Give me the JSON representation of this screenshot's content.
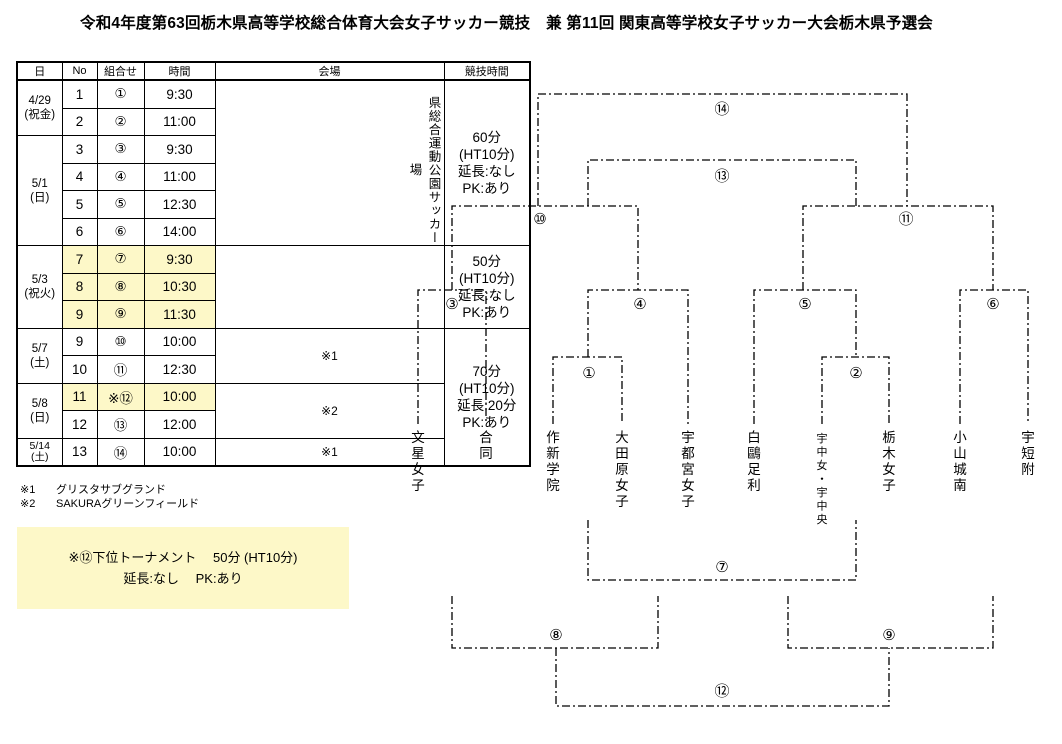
{
  "title": "令和4年度第63回栃木県高等学校総合体育大会女子サッカー競技　兼 第11回 関東高等学校女子サッカー大会栃木県予選会",
  "schedule": {
    "headers": {
      "day": "日",
      "no": "No",
      "match": "組合せ",
      "time": "時間",
      "venue": "会場",
      "duration": "競技時間"
    },
    "days": {
      "d1": "4/29\n(祝金)",
      "d2": "5/1\n(日)",
      "d3": "5/3\n(祝火)",
      "d4": "5/7\n(土)",
      "d5": "5/8\n(日)",
      "d6": "5/14\n(土)"
    },
    "rows": [
      {
        "no": "1",
        "match": "①",
        "time": "9:30"
      },
      {
        "no": "2",
        "match": "②",
        "time": "11:00"
      },
      {
        "no": "3",
        "match": "③",
        "time": "9:30"
      },
      {
        "no": "4",
        "match": "④",
        "time": "11:00"
      },
      {
        "no": "5",
        "match": "⑤",
        "time": "12:30"
      },
      {
        "no": "6",
        "match": "⑥",
        "time": "14:00"
      },
      {
        "no": "7",
        "match": "⑦",
        "time": "9:30"
      },
      {
        "no": "8",
        "match": "⑧",
        "time": "10:30"
      },
      {
        "no": "9",
        "match": "⑨",
        "time": "11:30"
      },
      {
        "no": "9",
        "match": "⑩",
        "time": "10:00"
      },
      {
        "no": "10",
        "match": "⑪",
        "time": "12:30"
      },
      {
        "no": "11",
        "match": "※⑫",
        "time": "10:00"
      },
      {
        "no": "12",
        "match": "⑬",
        "time": "12:00"
      },
      {
        "no": "13",
        "match": "⑭",
        "time": "10:00"
      }
    ],
    "venues": {
      "v1": "県総合運動公園サッカー場",
      "v2": "※1",
      "v3": "※2",
      "v4": "※1"
    },
    "durations": {
      "t1": "60分\n(HT10分)\n延長:なし\nPK:あり",
      "t2": "50分\n(HT10分)\n延長:なし\nPK:あり",
      "t3": "70分\n(HT10分)\n延長:20分\nPK:あり"
    }
  },
  "notes": [
    {
      "key": "※1",
      "text": "グリスタサブグランド"
    },
    {
      "key": "※2",
      "text": "SAKURAグリーンフィールド"
    }
  ],
  "lower_box": {
    "line1": "※⑫下位トーナメント　 50分 (HT10分)",
    "line2": "延長:なし　 PK:あり"
  },
  "bracket": {
    "teams": [
      "文星女子",
      "合同",
      "作新学院",
      "大田原女子",
      "宇都宮女子",
      "白鷗足利",
      "宇中女・宇中央",
      "栃木女子",
      "小山城南",
      "宇短附"
    ],
    "match_labels": {
      "m1": "①",
      "m2": "②",
      "m3": "③",
      "m4": "④",
      "m5": "⑤",
      "m6": "⑥",
      "m7": "⑦",
      "m8": "⑧",
      "m9": "⑨",
      "m10": "⑩",
      "m11": "⑪",
      "m12": "⑫",
      "m13": "⑬",
      "m14": "⑭"
    }
  }
}
